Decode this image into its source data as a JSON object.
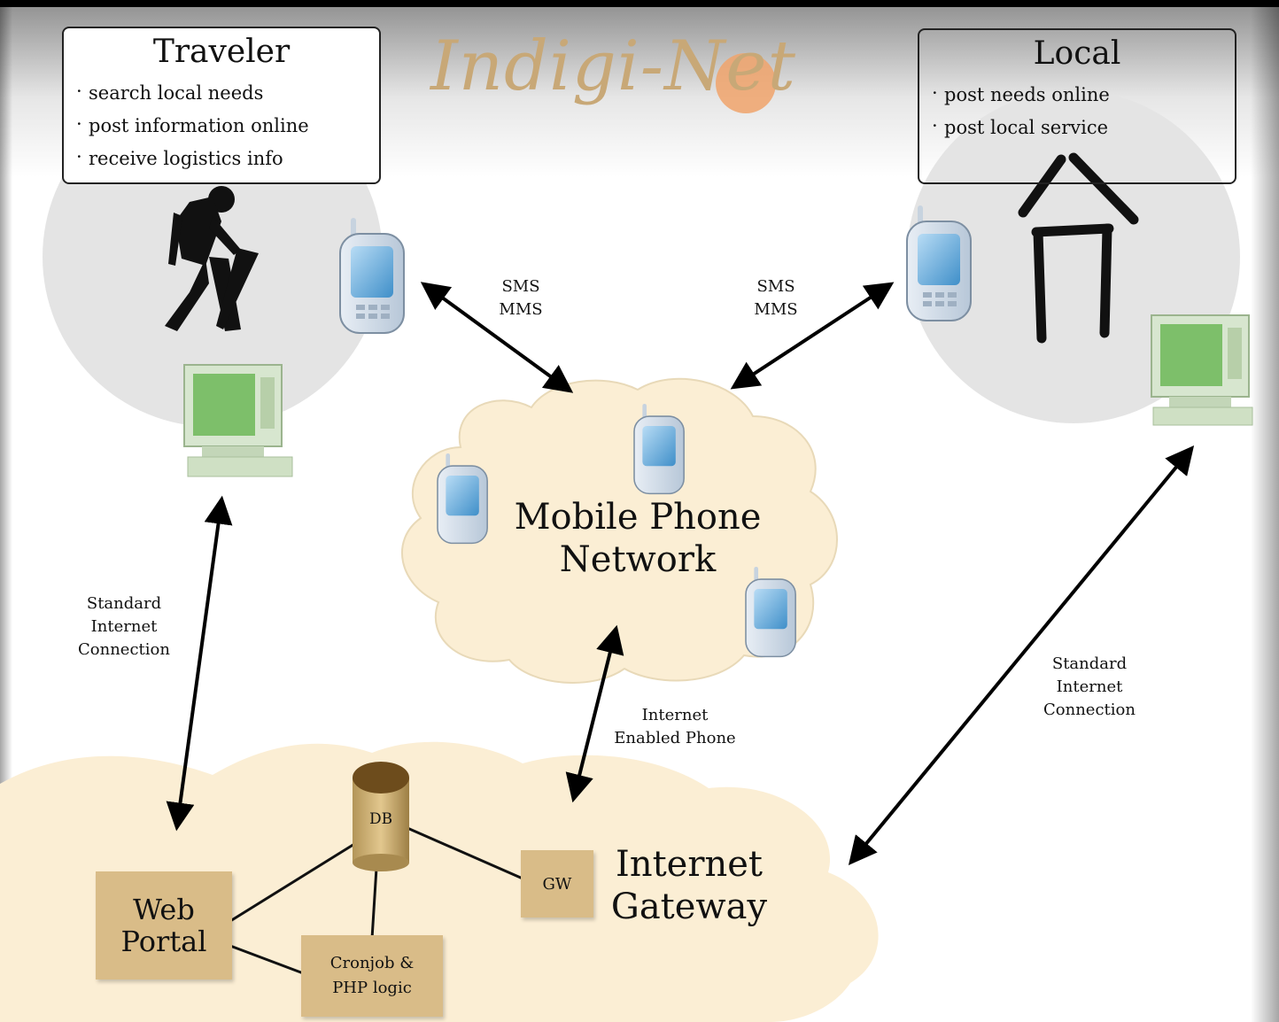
{
  "brand": "Indigi-Net",
  "traveler": {
    "title": "Traveler",
    "items": [
      "search local needs",
      "post information online",
      "receive logistics info"
    ]
  },
  "local": {
    "title": "Local",
    "items": [
      "post needs online",
      "post local service"
    ]
  },
  "links": {
    "sms_left": "SMS\nMMS",
    "sms_right": "SMS\nMMS",
    "std_left": "Standard\nInternet\nConnection",
    "std_right": "Standard\nInternet\nConnection",
    "phone_net": "Internet\nEnabled Phone"
  },
  "mobile_network": "Mobile Phone\nNetwork",
  "gateway": {
    "title": "Internet\nGateway",
    "db": "DB",
    "gw": "GW",
    "web_portal": "Web\nPortal",
    "cronjob": "Cronjob &\nPHP logic"
  },
  "colors": {
    "cloud": "#fbeed4",
    "component": "#d9bc88",
    "circle": "#e4e4e4",
    "brand": "#c8a877",
    "screen": "#7dbf6a"
  }
}
